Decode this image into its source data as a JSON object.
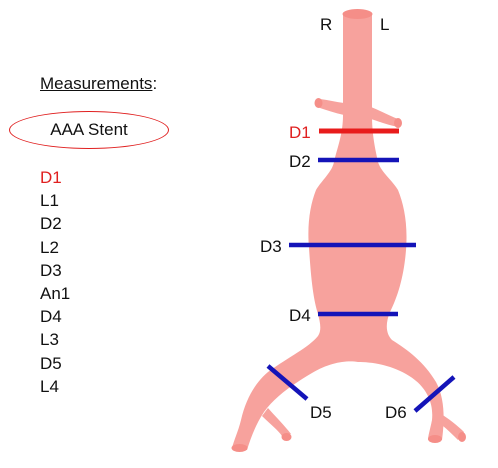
{
  "panel": {
    "heading": "Measurements",
    "heading_suffix": ":",
    "stent_label": "AAA Stent",
    "items": [
      {
        "label": "D1",
        "active": true
      },
      {
        "label": "L1",
        "active": false
      },
      {
        "label": "D2",
        "active": false
      },
      {
        "label": "L2",
        "active": false
      },
      {
        "label": "D3",
        "active": false
      },
      {
        "label": "An1",
        "active": false
      },
      {
        "label": "D4",
        "active": false
      },
      {
        "label": "L3",
        "active": false
      },
      {
        "label": "D5",
        "active": false
      },
      {
        "label": "L4",
        "active": false
      }
    ]
  },
  "diagram": {
    "orientation": {
      "right": "R",
      "left": "L"
    },
    "markers": {
      "d1": "D1",
      "d2": "D2",
      "d3": "D3",
      "d4": "D4",
      "d5": "D5",
      "d6": "D6"
    },
    "colors": {
      "vessel": "#f7a29d",
      "active_marker": "#e81c1c",
      "marker": "#1414b8",
      "active_text": "#e02020"
    }
  }
}
